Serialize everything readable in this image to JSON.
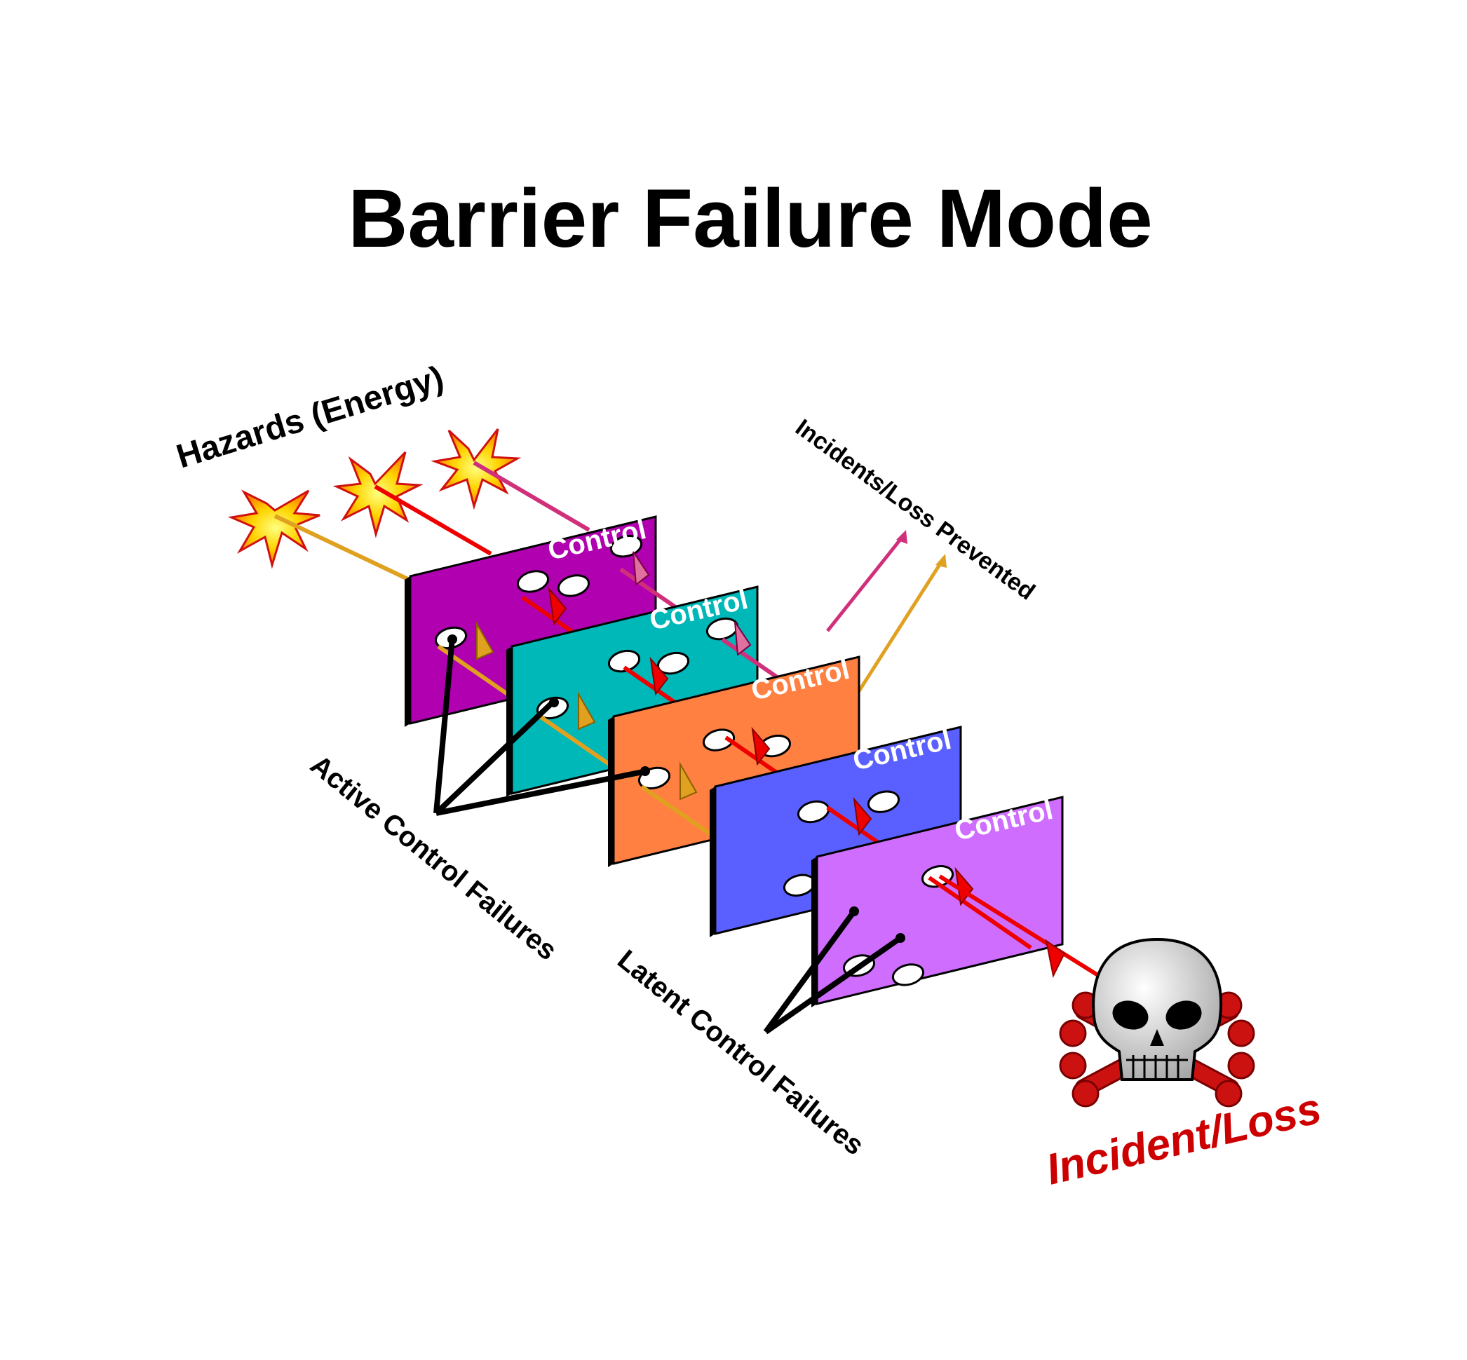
{
  "title": "Barrier Failure Mode",
  "labels": {
    "hazards": "Hazards (Energy)",
    "prevented": "Incidents/Loss Prevented",
    "active": "Active Control Failures",
    "latent": "Latent Control Failures",
    "incident": "Incident/Loss"
  },
  "barriers": [
    {
      "label": "Control",
      "color": "#b000b0"
    },
    {
      "label": "Control",
      "color": "#00b8b8"
    },
    {
      "label": "Control",
      "color": "#ff8040"
    },
    {
      "label": "Control",
      "color": "#5a60ff"
    },
    {
      "label": "Control",
      "color": "#cf6dff"
    }
  ],
  "colors": {
    "path_yellow": "#e0a020",
    "path_red": "#ee0000",
    "path_pink": "#d0307a",
    "incident_text": "#cc0000",
    "bone": "#cc1111"
  }
}
